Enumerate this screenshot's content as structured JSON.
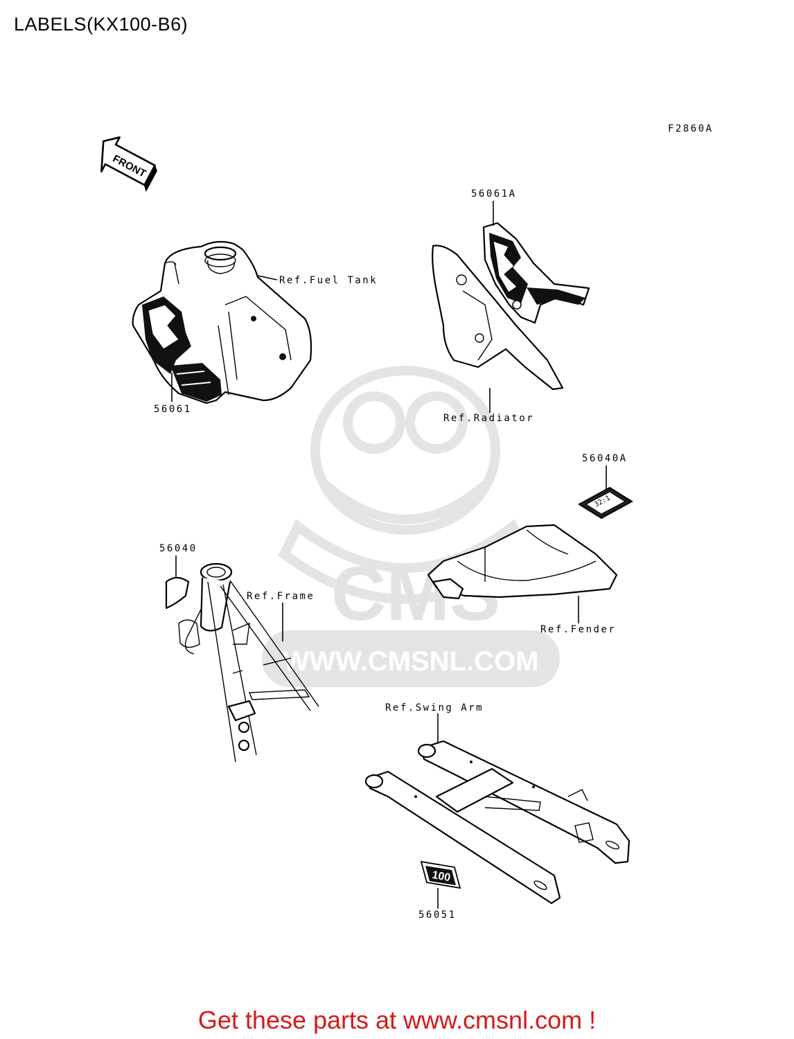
{
  "title": "LABELS(KX100-B6)",
  "figure_code": "F2860A",
  "front_arrow": "FRONT",
  "watermark": {
    "brand": "CMS",
    "url": "WWW.CMSNL.COM"
  },
  "labels": {
    "fuel_tank": "Ref.Fuel Tank",
    "p56061": "56061",
    "p56061a": "56061A",
    "radiator": "Ref.Radiator",
    "p56040a": "56040A",
    "p56040": "56040",
    "frame": "Ref.Frame",
    "fender": "Ref.Fender",
    "swing_arm": "Ref.Swing Arm",
    "p56051": "56051"
  },
  "decal_texts": {
    "ratio": "32:1",
    "number": "100"
  },
  "footer": "Get these parts at www.cmsnl.com !"
}
